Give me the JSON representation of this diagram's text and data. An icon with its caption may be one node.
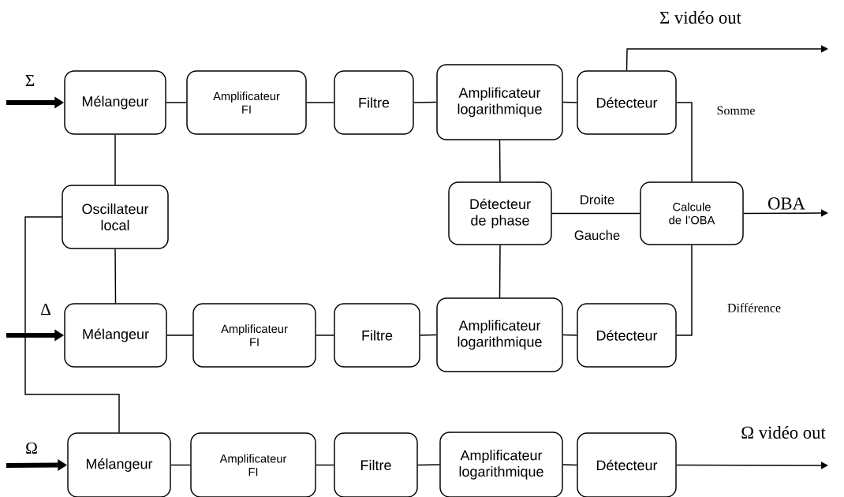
{
  "diagram": {
    "nodes": [
      {
        "text": [
          "Mélangeur"
        ]
      },
      {
        "text": [
          "Amplificateur FI"
        ]
      },
      {
        "text": [
          "Filtre"
        ]
      },
      {
        "text": [
          "Amplificateur logarithmique"
        ]
      },
      {
        "text": [
          "Détecteur"
        ]
      },
      {
        "text": [
          "Oscillateur local"
        ]
      },
      {
        "text": [
          "Détecteur de phase"
        ]
      },
      {
        "text": [
          "Calcule de l’OBA"
        ]
      },
      {
        "text": [
          "Mélangeur"
        ]
      },
      {
        "text": [
          "Amplificateur FI"
        ]
      },
      {
        "text": [
          "Filtre"
        ]
      },
      {
        "text": [
          "Amplificateur logarithmique"
        ]
      },
      {
        "text": [
          "Détecteur"
        ]
      },
      {
        "text": [
          "Mélangeur"
        ]
      },
      {
        "text": [
          "Amplificateur FI"
        ]
      },
      {
        "text": [
          "Filtre"
        ]
      },
      {
        "text": [
          "Amplificateur logarithmique"
        ]
      },
      {
        "text": [
          "Détecteur"
        ]
      }
    ],
    "edges": [
      {
        "from": null,
        "to": 0,
        "arrow": "to",
        "style": "thick",
        "label": "Σ"
      },
      {
        "from": 0,
        "to": 1,
        "arrow": "none"
      },
      {
        "from": 1,
        "to": 2,
        "arrow": "none"
      },
      {
        "from": 2,
        "to": 3,
        "arrow": "none"
      },
      {
        "from": 3,
        "to": 4,
        "arrow": "none"
      },
      {
        "from": 4,
        "to": null,
        "arrow": "to",
        "label": "Σ vidéo out"
      },
      {
        "from": 4,
        "to": 7,
        "arrow": "none",
        "label": "Somme"
      },
      {
        "from": 0,
        "to": 5,
        "arrow": "none"
      },
      {
        "from": 5,
        "to": 8,
        "arrow": "none"
      },
      {
        "from": 5,
        "to": 13,
        "arrow": "none"
      },
      {
        "from": 3,
        "to": 6,
        "arrow": "none"
      },
      {
        "from": 6,
        "to": 7,
        "arrow": "none",
        "label": "Droite"
      },
      {
        "from": 7,
        "to": null,
        "arrow": "to",
        "label": "OBA"
      },
      {
        "from": null,
        "to": 8,
        "arrow": "to",
        "style": "thick",
        "label": "Δ"
      },
      {
        "from": 8,
        "to": 9,
        "arrow": "none"
      },
      {
        "from": 9,
        "to": 10,
        "arrow": "none"
      },
      {
        "from": 10,
        "to": 11,
        "arrow": "none"
      },
      {
        "from": 11,
        "to": 12,
        "arrow": "none"
      },
      {
        "from": 11,
        "to": 6,
        "arrow": "none"
      },
      {
        "from": 12,
        "to": 7,
        "arrow": "none",
        "label": "Différence"
      },
      {
        "from": null,
        "to": 13,
        "arrow": "to",
        "style": "thick",
        "label": "Ω"
      },
      {
        "from": 13,
        "to": 14,
        "arrow": "none"
      },
      {
        "from": 14,
        "to": 15,
        "arrow": "none"
      },
      {
        "from": 15,
        "to": 16,
        "arrow": "none"
      },
      {
        "from": 16,
        "to": 17,
        "arrow": "none"
      },
      {
        "from": 17,
        "to": null,
        "arrow": "to",
        "label": "Ω vidéo out"
      }
    ],
    "labels": [
      "Gauche"
    ]
  }
}
